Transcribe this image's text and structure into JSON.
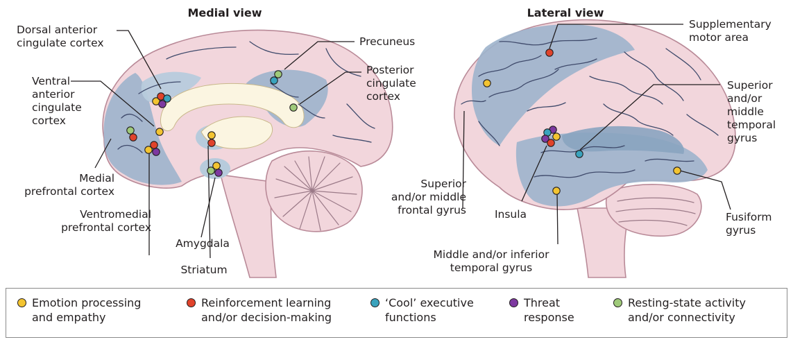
{
  "colors": {
    "emotion": "#f3c431",
    "reinforcement": "#e0432b",
    "cool": "#3aa3bd",
    "threat": "#7d39a0",
    "resting": "#9fca7a",
    "brain_pink": "#f2d6dc",
    "region_blue": "#9db4cc",
    "region_blue_light": "#c3d6e4"
  },
  "medial": {
    "title": "Medial view",
    "labels": {
      "dorsal_acc": "Dorsal anterior\ncingulate cortex",
      "ventral_acc": "Ventral\nanterior\ncingulate\ncortex",
      "medial_pfc": "Medial\nprefrontal cortex",
      "ventromedial_pfc": "Ventromedial\nprefrontal cortex",
      "amygdala": "Amygdala",
      "striatum": "Striatum",
      "precuneus": "Precuneus",
      "posterior_cingulate": "Posterior\ncingulate\ncortex"
    }
  },
  "lateral": {
    "title": "Lateral view",
    "labels": {
      "sma": "Supplementary\nmotor area",
      "superior_middle_temporal": "Superior\nand/or\nmiddle\ntemporal\ngyrus",
      "superior_middle_frontal": "Superior\nand/or middle\nfrontal gyrus",
      "insula": "Insula",
      "middle_inferior_temporal": "Middle and/or inferior\ntemporal gyrus",
      "fusiform": "Fusiform\ngyrus"
    }
  },
  "legend": [
    {
      "key": "emotion",
      "label": "Emotion processing\nand empathy"
    },
    {
      "key": "reinforcement",
      "label": "Reinforcement learning\nand/or decision-making"
    },
    {
      "key": "cool",
      "label": "‘Cool’ executive\nfunctions"
    },
    {
      "key": "threat",
      "label": "Threat\nresponse"
    },
    {
      "key": "resting",
      "label": "Resting-state activity\nand/or connectivity"
    }
  ]
}
